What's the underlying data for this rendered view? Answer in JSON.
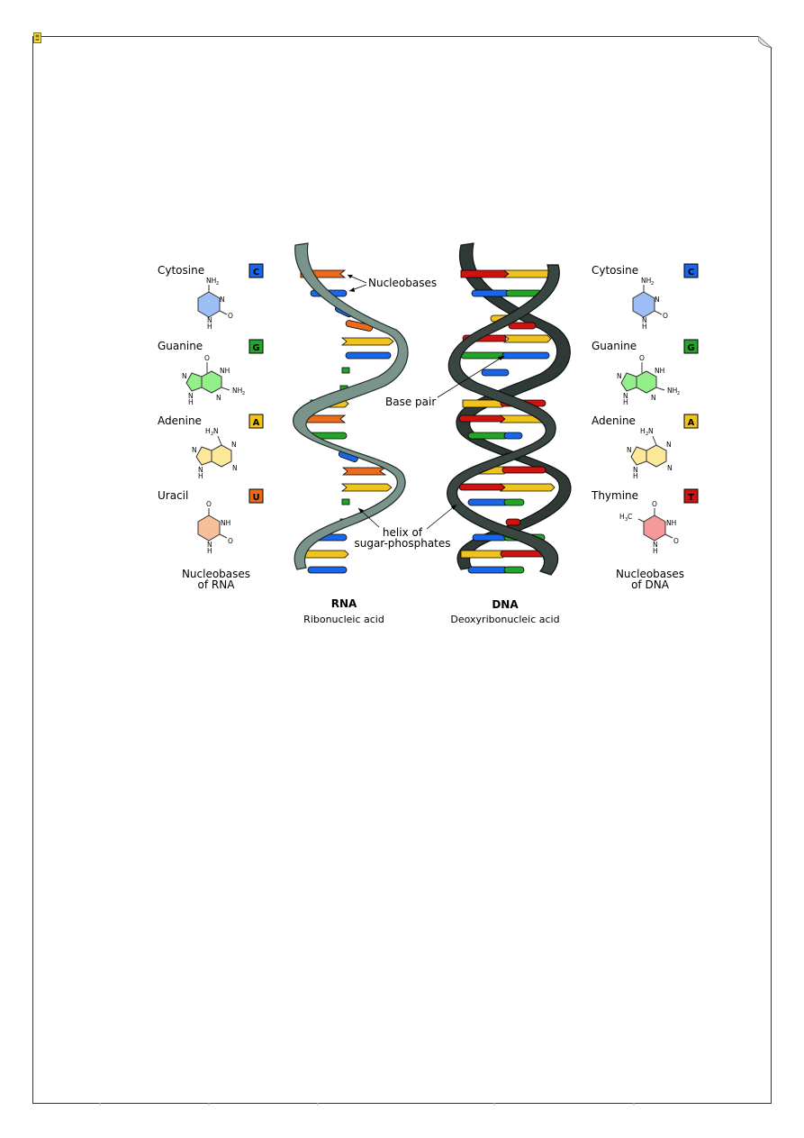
{
  "rna_bases": [
    {
      "name": "Cytosine",
      "letter": "C",
      "color": "#1a66e8"
    },
    {
      "name": "Guanine",
      "letter": "G",
      "color": "#23a627"
    },
    {
      "name": "Adenine",
      "letter": "A",
      "color": "#f2c419"
    },
    {
      "name": "Uracil",
      "letter": "U",
      "color": "#ee6a1b"
    }
  ],
  "dna_bases": [
    {
      "name": "Cytosine",
      "letter": "C",
      "color": "#1a66e8"
    },
    {
      "name": "Guanine",
      "letter": "G",
      "color": "#23a627"
    },
    {
      "name": "Adenine",
      "letter": "A",
      "color": "#f2c419"
    },
    {
      "name": "Thymine",
      "letter": "T",
      "color": "#d2120f"
    }
  ],
  "structure_labels": {
    "cytosine": {
      "NH2": "NH2",
      "N": "N",
      "NH": "N\nH",
      "O": "O"
    },
    "h3c": "H3C",
    "nh": "NH",
    "o": "O",
    "n": "N",
    "h": "H",
    "nh2": "NH2",
    "h2n": "H2N"
  },
  "captions": {
    "rna_group": [
      "Nucleobases",
      "of RNA"
    ],
    "dna_group": [
      "Nucleobases",
      "of DNA"
    ],
    "rna_title": "RNA",
    "rna_subtitle": "Ribonucleic acid",
    "dna_title": "DNA",
    "dna_subtitle": "Deoxyribonucleic acid"
  },
  "annotations": {
    "nucleobases": "Nucleobases",
    "base_pair": "Base pair",
    "helix": [
      "helix of",
      "sugar-phosphates"
    ]
  },
  "colors": {
    "rna_strand": "#7a948c",
    "dna_strand": "#394541",
    "cytosine_ring": "#9dbdf5",
    "guanine_ring": "#93ef8a",
    "adenine_ring": "#fde89a",
    "uracil_ring": "#f8c09a",
    "thymine_ring": "#f49a9a"
  }
}
